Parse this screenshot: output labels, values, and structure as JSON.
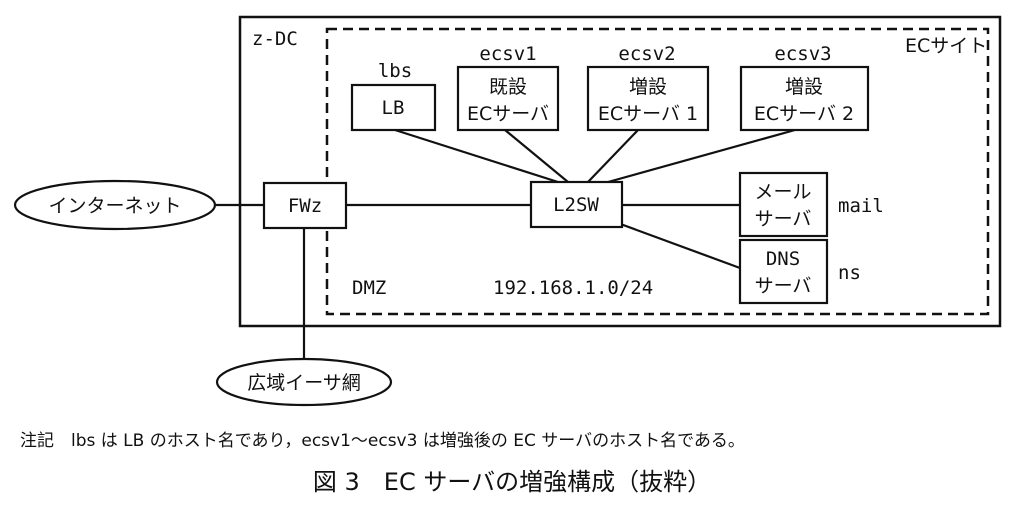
{
  "diagram": {
    "zone_dc": "z-DC",
    "zone_ec_site": "ECサイト",
    "dmz_label": "DMZ",
    "subnet": "192.168.1.0/24",
    "internet": "インターネット",
    "wan": "広域イーサ網",
    "fw": "FWz",
    "switch": "L2SW",
    "lb": {
      "host": "lbs",
      "label": "LB"
    },
    "ecsv1": {
      "host": "ecsv1",
      "line1": "既設",
      "line2": "ECサーバ"
    },
    "ecsv2": {
      "host": "ecsv2",
      "line1": "増設",
      "line2": "ECサーバ 1"
    },
    "ecsv3": {
      "host": "ecsv3",
      "line1": "増設",
      "line2": "ECサーバ 2"
    },
    "mail": {
      "host": "mail",
      "line1": "メール",
      "line2": "サーバ"
    },
    "dns": {
      "host": "ns",
      "line1": "DNS",
      "line2": "サーバ"
    }
  },
  "note": "注記　lbs は LB のホスト名であり，ecsv1～ecsv3 は増強後の EC サーバのホスト名である。",
  "caption": "図 3　EC サーバの増強構成（抜粋）"
}
